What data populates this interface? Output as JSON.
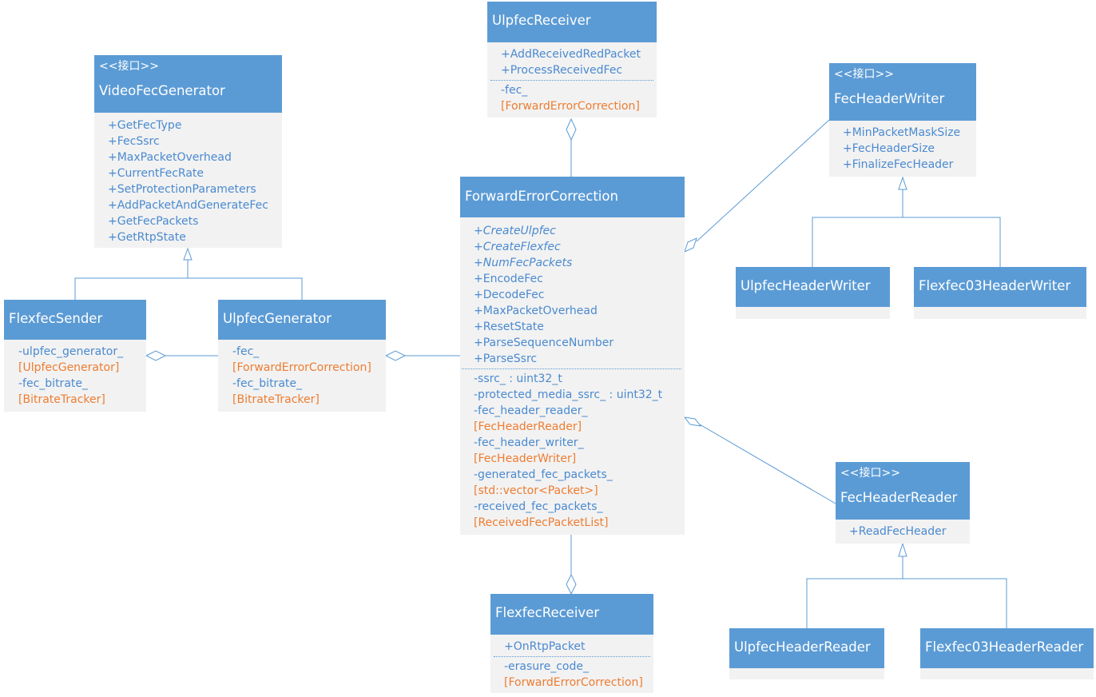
{
  "stereotype": "<<接口>>",
  "classes": {
    "video_fec_generator": {
      "name": "VideoFecGenerator",
      "methods": [
        "+GetFecType",
        "+FecSsrc",
        "+MaxPacketOverhead",
        "+CurrentFecRate",
        "+SetProtectionParameters",
        "+AddPacketAndGenerateFec",
        "+GetFecPackets",
        "+GetRtpState"
      ]
    },
    "flexfec_sender": {
      "name": "FlexfecSender",
      "fields": [
        {
          "name": "-ulpfec_generator_",
          "type": "[UlpfecGenerator]"
        },
        {
          "name": "-fec_bitrate_",
          "type": "[BitrateTracker]"
        }
      ]
    },
    "ulpfec_generator": {
      "name": "UlpfecGenerator",
      "fields": [
        {
          "name": "-fec_",
          "type": "[ForwardErrorCorrection]"
        },
        {
          "name": "-fec_bitrate_",
          "type": "[BitrateTracker]"
        }
      ]
    },
    "ulpfec_receiver": {
      "name": "UlpfecReceiver",
      "methods": [
        "+AddReceivedRedPacket",
        "+ProcessReceivedFec"
      ],
      "fields": [
        {
          "name": "-fec_",
          "type": "[ForwardErrorCorrection]"
        }
      ]
    },
    "forward_error_correction": {
      "name": "ForwardErrorCorrection",
      "static_methods": [
        "+CreateUlpfec",
        "+CreateFlexfec",
        "+NumFecPackets"
      ],
      "methods": [
        "+EncodeFec",
        "+DecodeFec",
        "+MaxPacketOverhead",
        "+ResetState",
        "+ParseSequenceNumber",
        "+ParseSsrc"
      ],
      "fields": [
        {
          "name": "-ssrc_ : uint32_t"
        },
        {
          "name": "-protected_media_ssrc_ : uint32_t"
        },
        {
          "name": "-fec_header_reader_",
          "type": "[FecHeaderReader]"
        },
        {
          "name": "-fec_header_writer_",
          "type": "[FecHeaderWriter]"
        },
        {
          "name": "-generated_fec_packets_",
          "type": "[std::vector<Packet>]"
        },
        {
          "name": "-received_fec_packets_",
          "type": "[ReceivedFecPacketList]"
        }
      ]
    },
    "flexfec_receiver": {
      "name": "FlexfecReceiver",
      "methods": [
        "+OnRtpPacket"
      ],
      "fields": [
        {
          "name": "-erasure_code_",
          "type": "[ForwardErrorCorrection]"
        }
      ]
    },
    "fec_header_writer": {
      "name": "FecHeaderWriter",
      "methods": [
        "+MinPacketMaskSize",
        "+FecHeaderSize",
        "+FinalizeFecHeader"
      ]
    },
    "ulpfec_header_writer": {
      "name": "UlpfecHeaderWriter"
    },
    "flexfec03_header_writer": {
      "name": "Flexfec03HeaderWriter"
    },
    "fec_header_reader": {
      "name": "FecHeaderReader",
      "methods": [
        "+ReadFecHeader"
      ]
    },
    "ulpfec_header_reader": {
      "name": "UlpfecHeaderReader"
    },
    "flexfec03_header_reader": {
      "name": "Flexfec03HeaderReader"
    }
  },
  "colors": {
    "header_fill": "#5b9bd5",
    "body_fill": "#f2f2f2",
    "member_text": "#4a8ad0",
    "type_text": "#ed7d31",
    "connector": "#5b9bd5"
  }
}
